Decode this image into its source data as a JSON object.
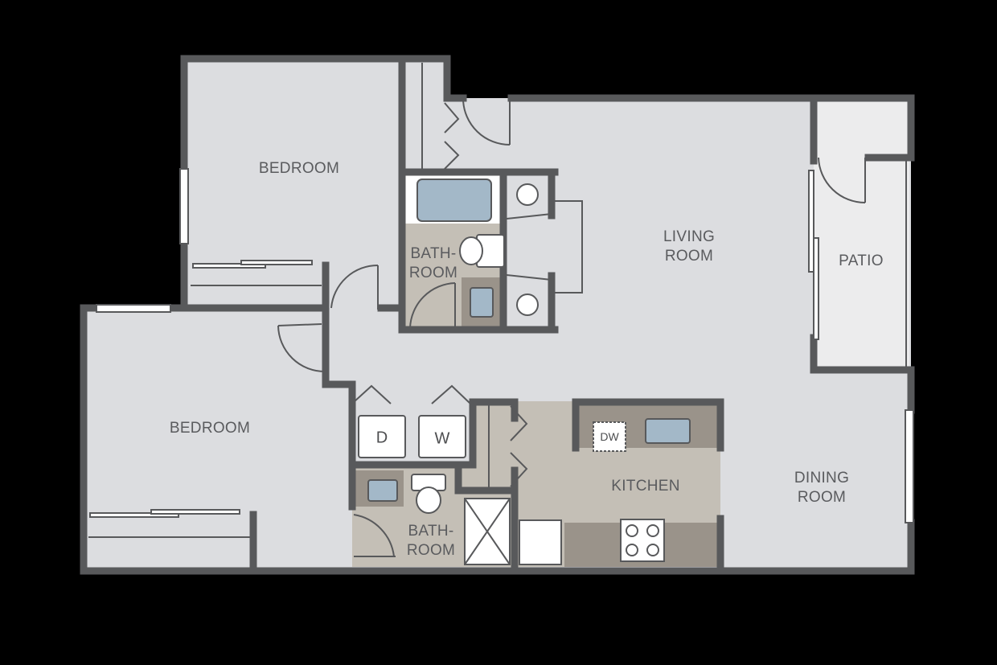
{
  "floorplan": {
    "colors": {
      "background": "#000000",
      "floor": "#dcdde0",
      "patio_floor": "#ececed",
      "wet_area": "#c4bfb6",
      "counter": "#9a938a",
      "wall": "#58595b",
      "fixture_blue": "#a3b8c8",
      "fixture_white": "#ffffff"
    },
    "rooms": [
      {
        "id": "bedroom-1",
        "label": "BEDROOM"
      },
      {
        "id": "bedroom-2",
        "label": "BEDROOM"
      },
      {
        "id": "bathroom-1",
        "label_line1": "BATH-",
        "label_line2": "ROOM"
      },
      {
        "id": "bathroom-2",
        "label_line1": "BATH-",
        "label_line2": "ROOM"
      },
      {
        "id": "living-room",
        "label_line1": "LIVING",
        "label_line2": "ROOM"
      },
      {
        "id": "patio",
        "label": "PATIO"
      },
      {
        "id": "kitchen",
        "label": "KITCHEN"
      },
      {
        "id": "dining-room",
        "label_line1": "DINING",
        "label_line2": "ROOM"
      }
    ],
    "appliances": {
      "dryer": "D",
      "washer": "W",
      "dishwasher": "DW"
    }
  }
}
